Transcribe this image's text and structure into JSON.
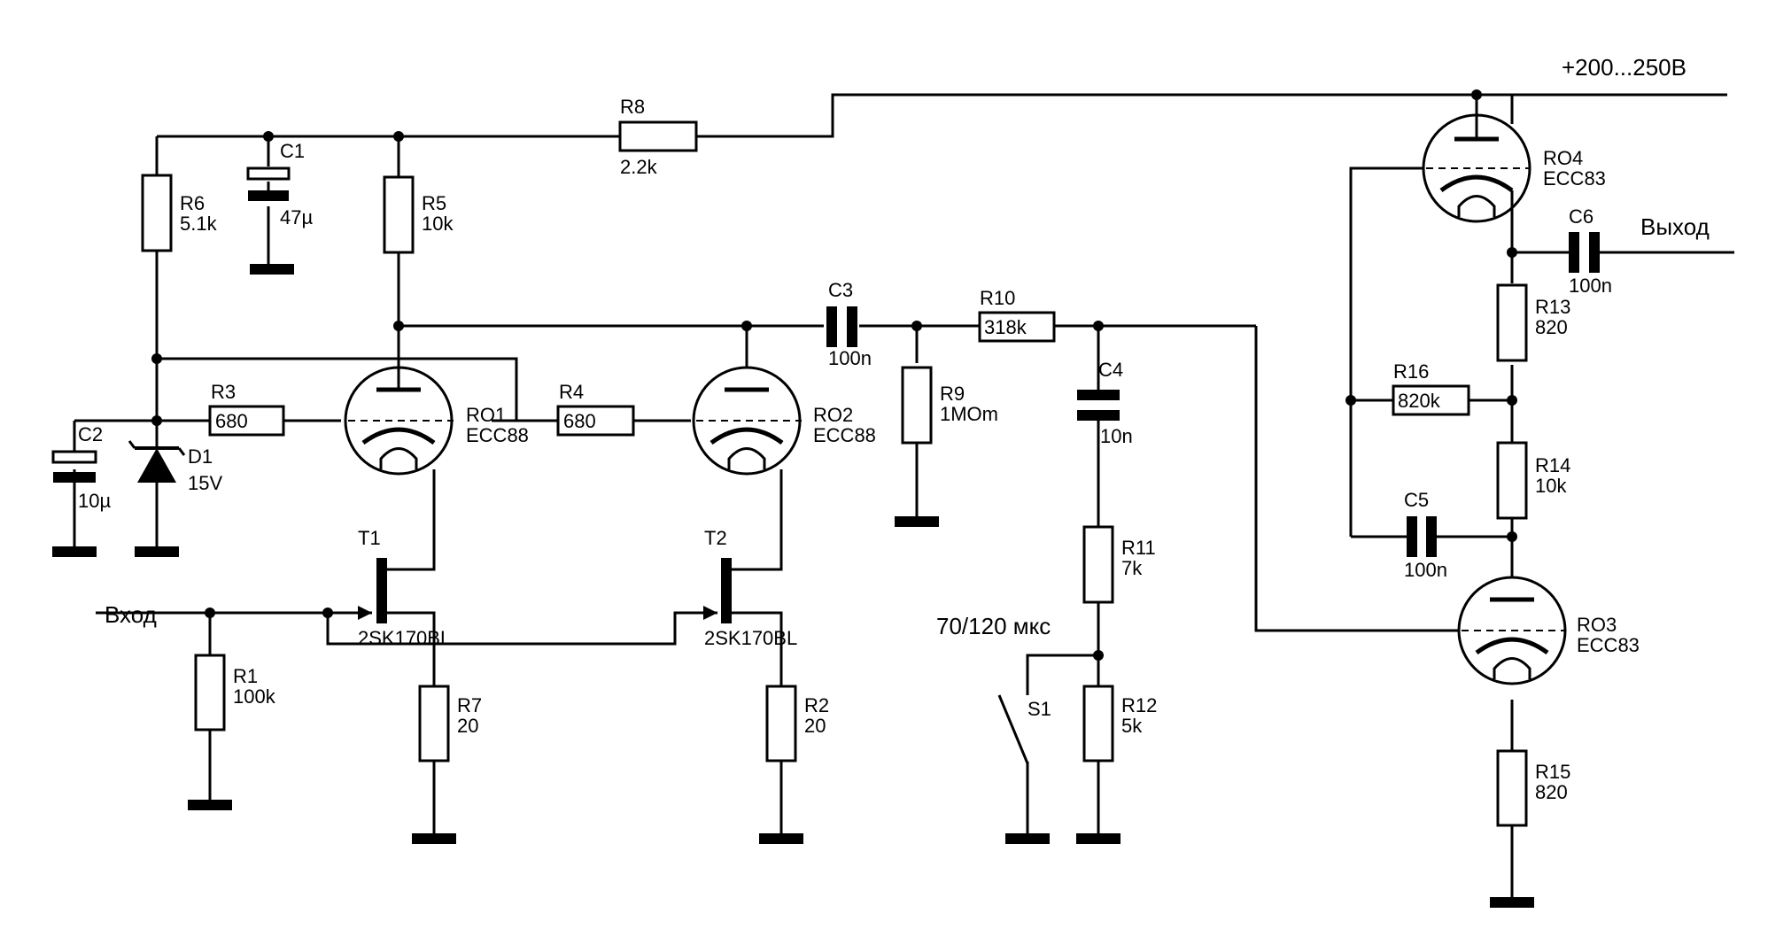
{
  "supply": "+200...250В",
  "input": "Вход",
  "output": "Выход",
  "switch_note": "70/120 мкс",
  "resistors": {
    "R1": {
      "name": "R1",
      "value": "100k"
    },
    "R2": {
      "name": "R2",
      "value": "20"
    },
    "R3": {
      "name": "R3",
      "value": "680"
    },
    "R4": {
      "name": "R4",
      "value": "680"
    },
    "R5": {
      "name": "R5",
      "value": "10k"
    },
    "R6": {
      "name": "R6",
      "value": "5.1k"
    },
    "R7": {
      "name": "R7",
      "value": "20"
    },
    "R8": {
      "name": "R8",
      "value": "2.2k"
    },
    "R9": {
      "name": "R9",
      "value": "1MOm"
    },
    "R10": {
      "name": "R10",
      "value": "318k"
    },
    "R11": {
      "name": "R11",
      "value": "7k"
    },
    "R12": {
      "name": "R12",
      "value": "5k"
    },
    "R13": {
      "name": "R13",
      "value": "820"
    },
    "R14": {
      "name": "R14",
      "value": "10k"
    },
    "R15": {
      "name": "R15",
      "value": "820"
    },
    "R16": {
      "name": "R16",
      "value": "820k"
    }
  },
  "capacitors": {
    "C1": {
      "name": "C1",
      "value": "47µ"
    },
    "C2": {
      "name": "C2",
      "value": "10µ"
    },
    "C3": {
      "name": "C3",
      "value": "100n"
    },
    "C4": {
      "name": "C4",
      "value": "10n"
    },
    "C5": {
      "name": "C5",
      "value": "100n"
    },
    "C6": {
      "name": "C6",
      "value": "100n"
    }
  },
  "diode": {
    "name": "D1",
    "value": "15V"
  },
  "transistors": {
    "T1": {
      "name": "T1",
      "type": "2SK170BL"
    },
    "T2": {
      "name": "T2",
      "type": "2SK170BL"
    }
  },
  "tubes": {
    "RO1": {
      "name": "RO1",
      "type": "ECC88"
    },
    "RO2": {
      "name": "RO2",
      "type": "ECC88"
    },
    "RO3": {
      "name": "RO3",
      "type": "ECC83"
    },
    "RO4": {
      "name": "RO4",
      "type": "ECC83"
    }
  },
  "switch": {
    "name": "S1"
  }
}
